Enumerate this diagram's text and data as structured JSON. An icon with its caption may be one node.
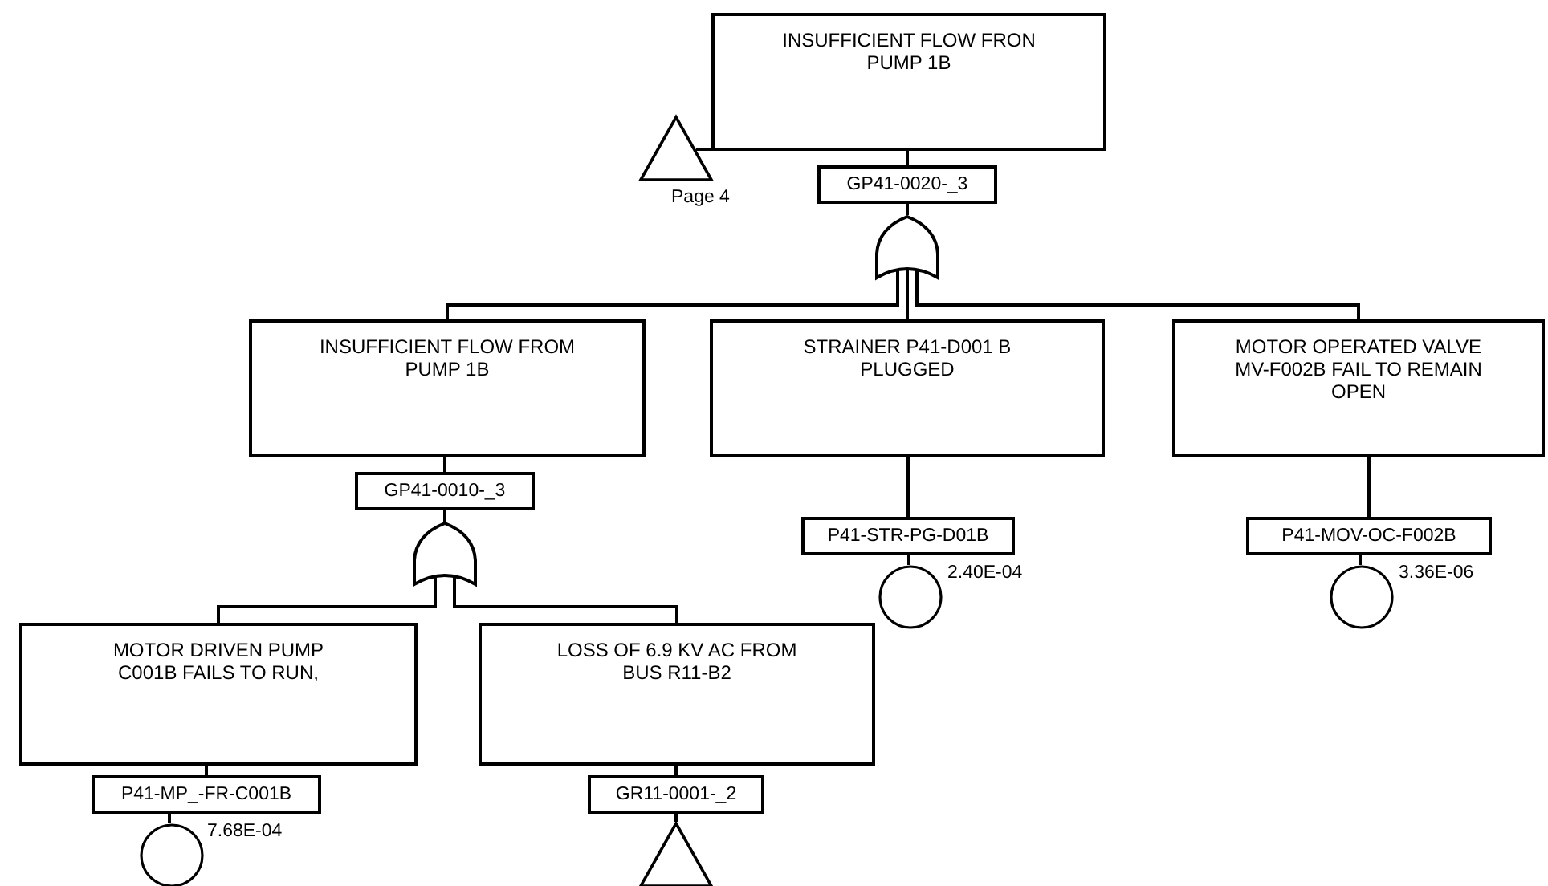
{
  "diagram": {
    "nodes": [
      {
        "text": [
          "INSUFFICIENT FLOW FRON PUMP 1B"
        ]
      },
      {
        "text": [
          "GP41-0020-_3"
        ]
      },
      {
        "text": [],
        "shape": "gate"
      },
      {
        "text": [],
        "shape": "triangle",
        "beside": [
          "Page 4"
        ]
      },
      {
        "text": [
          "INSUFFICIENT FLOW FROM PUMP 1B"
        ]
      },
      {
        "text": [
          "GP41-0010-_3"
        ]
      },
      {
        "text": [],
        "shape": "gate"
      },
      {
        "text": [
          "STRAINER P41-D001 B PLUGGED"
        ]
      },
      {
        "text": [
          "P41-STR-PG-D01B"
        ]
      },
      {
        "text": [],
        "shape": "circle",
        "beside": [
          "2.40E-04"
        ]
      },
      {
        "text": [
          "MOTOR OPERATED VALVE MV-F002B FAIL TO REMAIN OPEN"
        ]
      },
      {
        "text": [
          "P41-MOV-OC-F002B"
        ]
      },
      {
        "text": [],
        "shape": "circle",
        "beside": [
          "3.36E-06"
        ]
      },
      {
        "text": [
          "MOTOR DRIVEN PUMP C001B FAILS TO RUN,"
        ]
      },
      {
        "text": [
          "P41-MP_-FR-C001B"
        ]
      },
      {
        "text": [],
        "shape": "circle",
        "beside": [
          "7.68E-04"
        ]
      },
      {
        "text": [
          "LOSS OF 6.9 KV AC FROM BUS R11-B2"
        ]
      },
      {
        "text": [
          "GR11-0001-_2"
        ]
      },
      {
        "text": [],
        "shape": "triangle"
      }
    ],
    "edges": [
      {
        "from": 0,
        "to": 1,
        "arrow": "none"
      },
      {
        "from": 1,
        "to": 2,
        "arrow": "none"
      },
      {
        "from": 3,
        "to": 0,
        "arrow": "none"
      },
      {
        "from": 2,
        "to": 4,
        "arrow": "none"
      },
      {
        "from": 2,
        "to": 7,
        "arrow": "none"
      },
      {
        "from": 2,
        "to": 10,
        "arrow": "none"
      },
      {
        "from": 4,
        "to": 5,
        "arrow": "none"
      },
      {
        "from": 5,
        "to": 6,
        "arrow": "none"
      },
      {
        "from": 6,
        "to": 13,
        "arrow": "none"
      },
      {
        "from": 6,
        "to": 16,
        "arrow": "none"
      },
      {
        "from": 7,
        "to": 8,
        "arrow": "none"
      },
      {
        "from": 8,
        "to": 9,
        "arrow": "none"
      },
      {
        "from": 10,
        "to": 11,
        "arrow": "none"
      },
      {
        "from": 11,
        "to": 12,
        "arrow": "none"
      },
      {
        "from": 13,
        "to": 14,
        "arrow": "none"
      },
      {
        "from": 14,
        "to": 15,
        "arrow": "none"
      },
      {
        "from": 16,
        "to": 17,
        "arrow": "none"
      },
      {
        "from": 17,
        "to": 18,
        "arrow": "none"
      }
    ]
  }
}
